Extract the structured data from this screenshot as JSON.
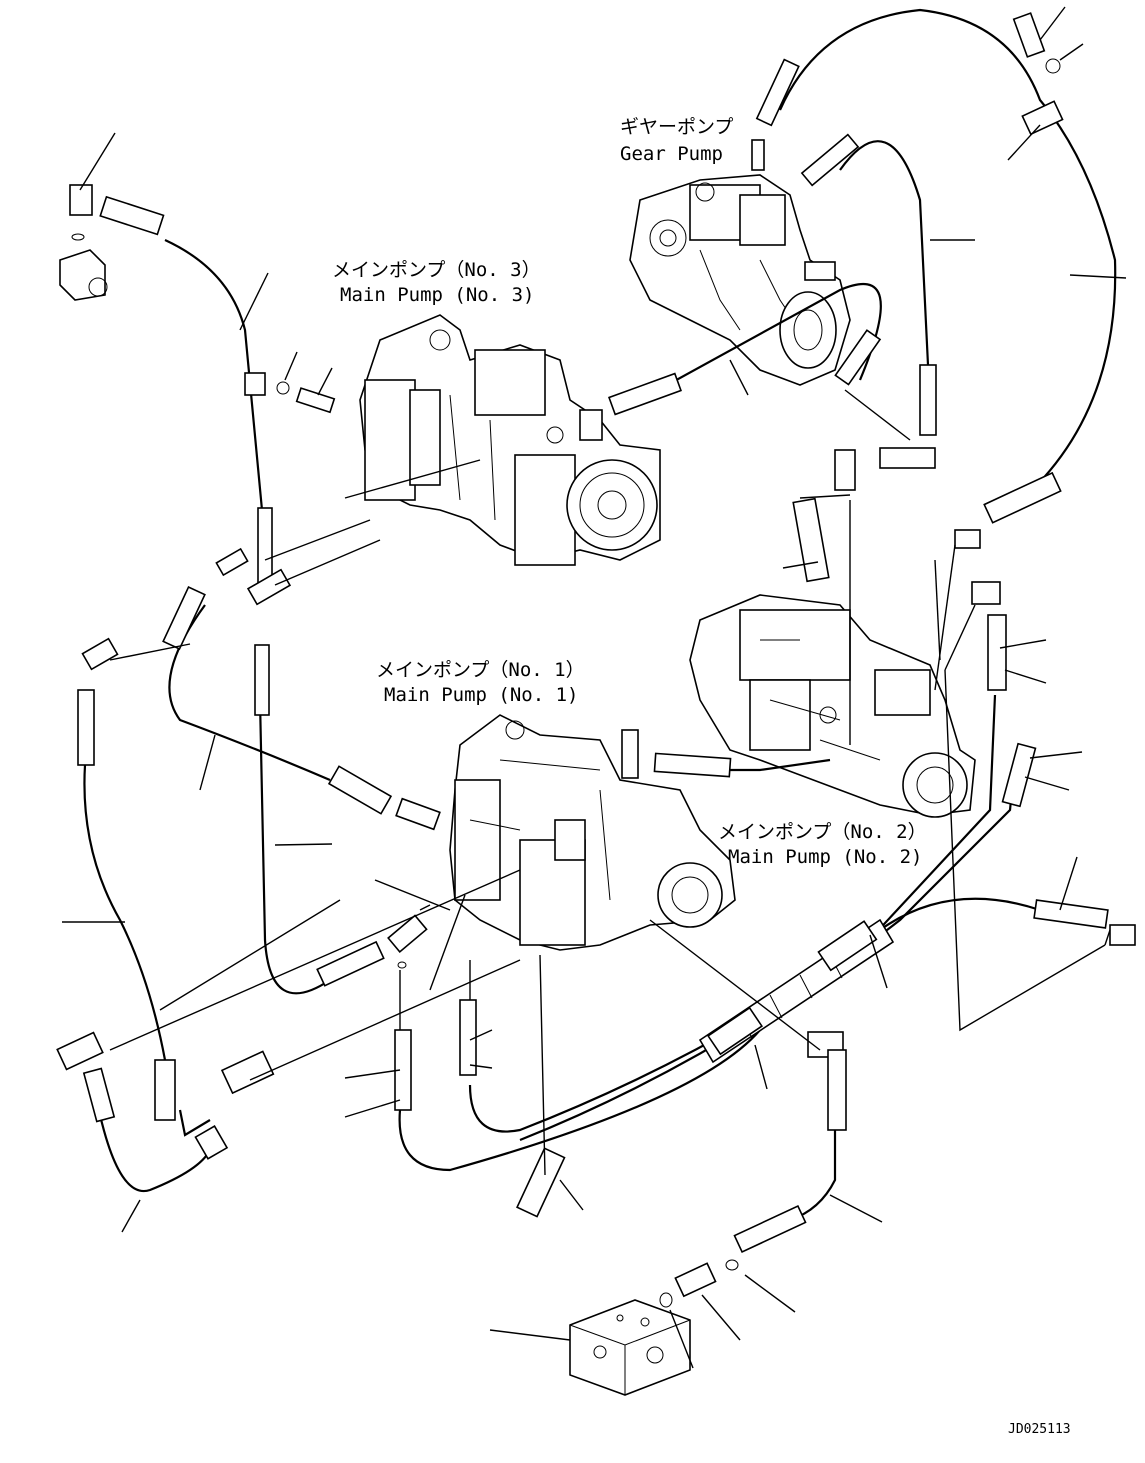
{
  "labels": {
    "gear_pump_jp": "ギヤーポンプ",
    "gear_pump_en": "Gear Pump",
    "main_pump_3_jp": "メインポンプ（No. 3）",
    "main_pump_3_en": "Main Pump (No. 3)",
    "main_pump_1_jp": "メインポンプ（No. 1）",
    "main_pump_1_en": "Main Pump (No. 1)",
    "main_pump_2_jp": "メインポンプ（No. 2）",
    "main_pump_2_en": "Main Pump (No. 2)"
  },
  "drawing_code": "JD025113"
}
